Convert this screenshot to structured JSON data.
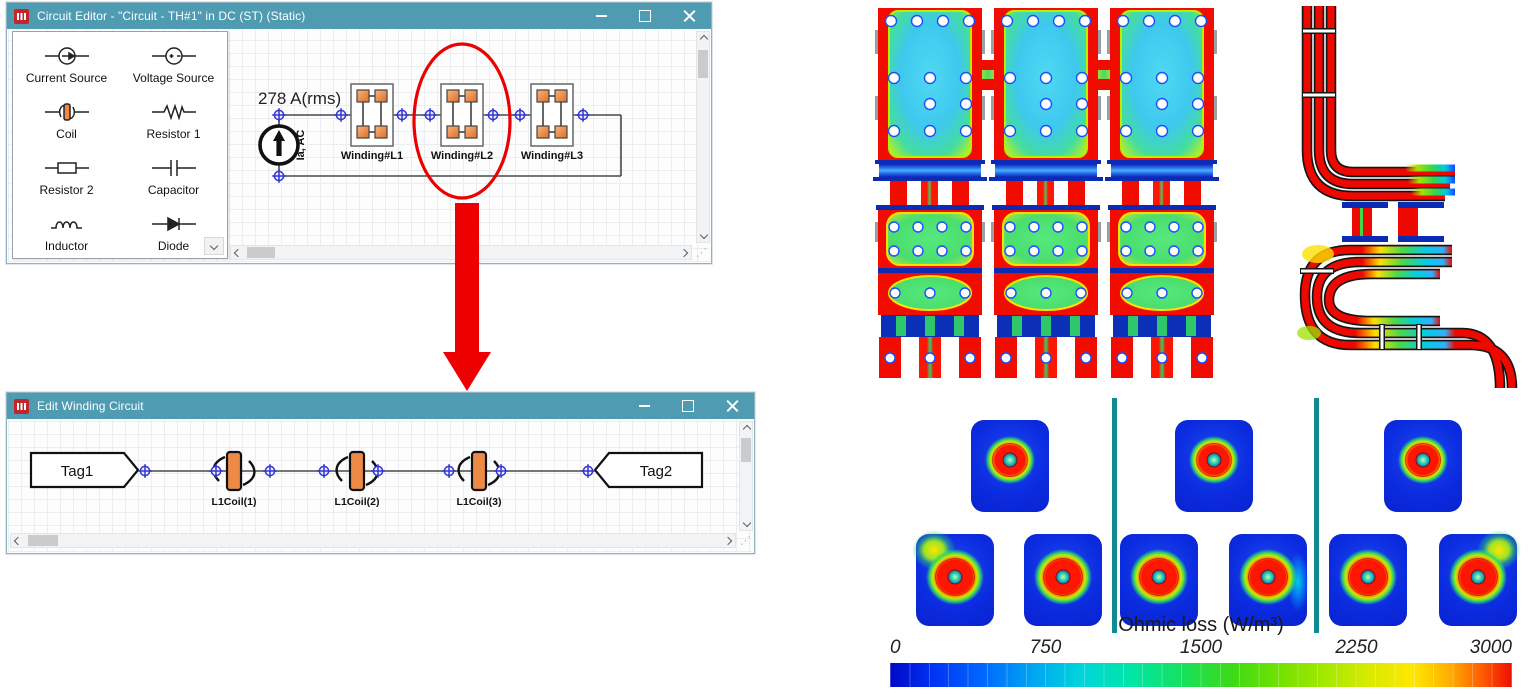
{
  "colors": {
    "titlebar_teal": "#4E9BB2",
    "accent_red": "#ED0000",
    "node_blue": "#3535CF",
    "coil_orange": "#ED8A48",
    "group_divider_teal": "#128A92"
  },
  "circuit_editor": {
    "title": "Circuit Editor - \"Circuit - TH#1\" in DC (ST) (Static)",
    "palette": {
      "items": [
        {
          "label": "Current Source",
          "icon": "current-source-icon"
        },
        {
          "label": "Voltage Source",
          "icon": "voltage-source-icon"
        },
        {
          "label": "Coil",
          "icon": "coil-icon"
        },
        {
          "label": "Resistor 1",
          "icon": "resistor1-icon"
        },
        {
          "label": "Resistor 2",
          "icon": "resistor2-icon"
        },
        {
          "label": "Capacitor",
          "icon": "capacitor-icon"
        },
        {
          "label": "Inductor",
          "icon": "inductor-icon"
        },
        {
          "label": "Diode",
          "icon": "diode-icon"
        }
      ]
    },
    "current_annotation": "278 A(rms)",
    "source_label": "Ia, AC",
    "windings": [
      "Winding#L1",
      "Winding#L2",
      "Winding#L3"
    ]
  },
  "edit_winding": {
    "title": "Edit Winding Circuit",
    "tag_left": "Tag1",
    "tag_right": "Tag2",
    "coils": [
      "L1Coil(1)",
      "L1Coil(2)",
      "L1Coil(3)"
    ]
  },
  "colorbar": {
    "title": "Ohmic loss (W/m³)",
    "ticks": [
      "0",
      "750",
      "1500",
      "2250",
      "3000"
    ],
    "min": 0,
    "max": 3000,
    "unit": "W/m³"
  }
}
